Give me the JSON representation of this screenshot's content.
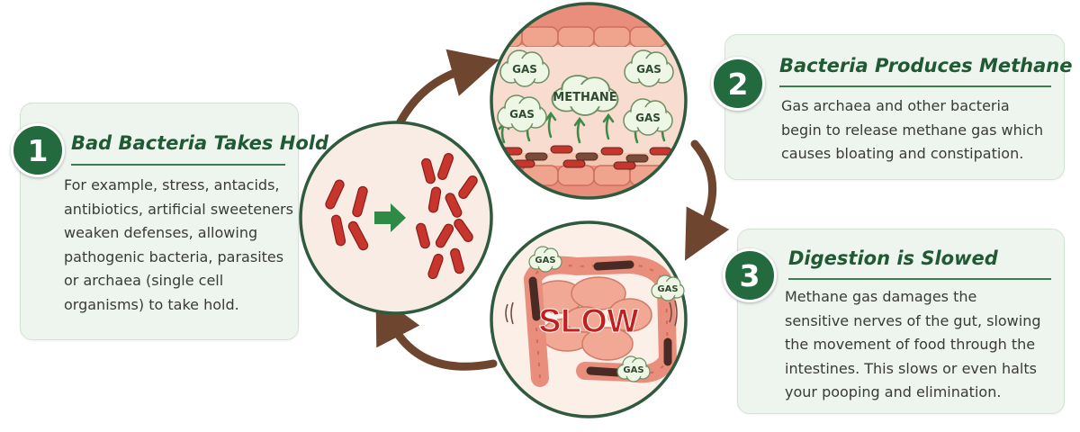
{
  "steps": [
    {
      "number": "1",
      "title": "Bad Bacteria Takes Hold",
      "lines": [
        "For example, stress, antacids,",
        "antibiotics, artificial sweeteners",
        "weaken defenses, allowing",
        "pathogenic bacteria, parasites",
        "or archaea (single cell",
        "organisms) to take hold."
      ]
    },
    {
      "number": "2",
      "title": "Bacteria Produces Methane",
      "lines": [
        "Gas archaea and other bacteria",
        "begin to release methane gas which",
        "causes bloating and constipation."
      ]
    },
    {
      "number": "3",
      "title": "Digestion is Slowed",
      "lines": [
        "Methane gas damages the",
        "sensitive nerves of the gut, slowing",
        "the movement of food through the",
        "intestines. This slows or even halts",
        "your pooping and elimination."
      ]
    }
  ],
  "illustrations": {
    "methane_label": "METHANE",
    "gas_label": "GAS",
    "slow_label": "SLOW"
  },
  "colors": {
    "accent_green": "#246a3f",
    "card_bg": "#eef5ee",
    "arrow_brown": "#6e4630",
    "bacteria_red": "#c7352d",
    "slow_red": "#c21f1f"
  }
}
